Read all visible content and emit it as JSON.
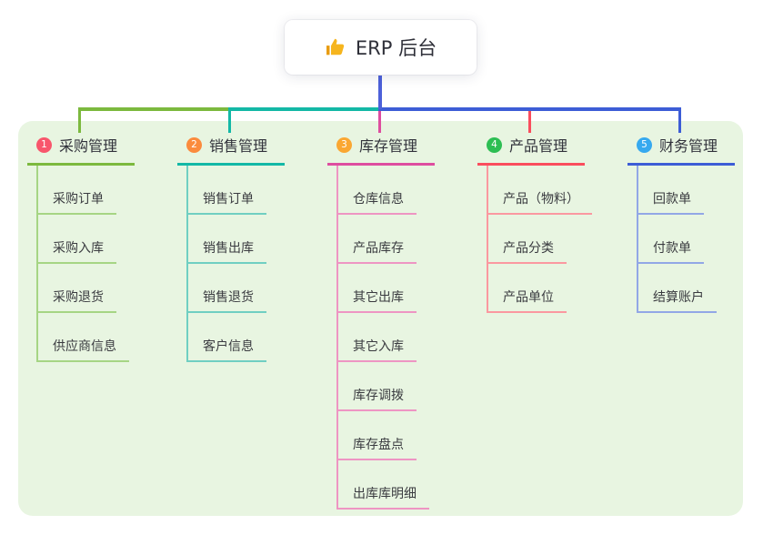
{
  "root": {
    "icon": "thumbs-up",
    "label": "ERP 后台"
  },
  "colors": {
    "background": "#ffffff",
    "panel_background": "#e8f5e1",
    "root_connector": "#4d61d9",
    "node_text": "#2f3039",
    "item_text": "#3a3b40",
    "icon_yellow": "#f6b51e"
  },
  "branches": [
    {
      "number": "1",
      "title": "采购管理",
      "badge_color": "#f8566c",
      "line_color": "#7cb93e",
      "sub_line_color": "#a6d584",
      "items": [
        "采购订单",
        "采购入库",
        "采购退货",
        "供应商信息"
      ]
    },
    {
      "number": "2",
      "title": "销售管理",
      "badge_color": "#fb8b3d",
      "line_color": "#13b8a6",
      "sub_line_color": "#70cfc2",
      "items": [
        "销售订单",
        "销售出库",
        "销售退货",
        "客户信息"
      ]
    },
    {
      "number": "3",
      "title": "库存管理",
      "badge_color": "#faa732",
      "line_color": "#de4d9f",
      "sub_line_color": "#ee95c3",
      "items": [
        "仓库信息",
        "产品库存",
        "其它出库",
        "其它入库",
        "库存调拨",
        "库存盘点",
        "出库库明细"
      ]
    },
    {
      "number": "4",
      "title": "产品管理",
      "badge_color": "#2dbe53",
      "line_color": "#fa4d5d",
      "sub_line_color": "#fb98a0",
      "items": [
        "产品（物料）",
        "产品分类",
        "产品单位"
      ]
    },
    {
      "number": "5",
      "title": "财务管理",
      "badge_color": "#36a9ef",
      "line_color": "#3d5dd6",
      "sub_line_color": "#92a7e6",
      "items": [
        "回款单",
        "付款单",
        "结算账户"
      ]
    }
  ]
}
